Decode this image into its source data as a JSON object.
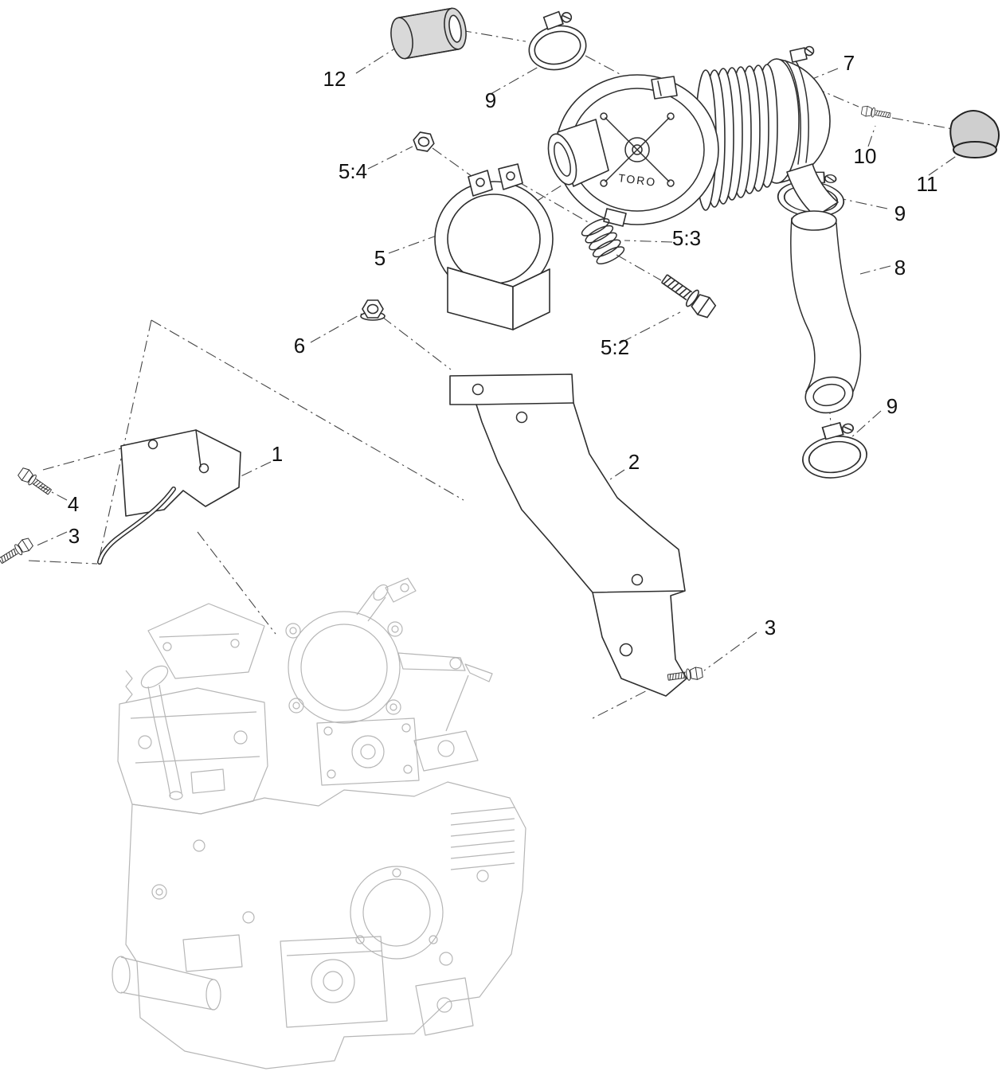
{
  "diagram": {
    "brand_text": "TORO",
    "background": "#ffffff",
    "line_color": "#2e2e2e",
    "engine_line_color": "#b6b6b6",
    "callouts": [
      {
        "label": "12"
      },
      {
        "label": "9"
      },
      {
        "label": "7"
      },
      {
        "label": "10"
      },
      {
        "label": "11"
      },
      {
        "label": "5:4"
      },
      {
        "label": "5"
      },
      {
        "label": "5:3"
      },
      {
        "label": "9"
      },
      {
        "label": "8"
      },
      {
        "label": "5:2"
      },
      {
        "label": "6"
      },
      {
        "label": "9"
      },
      {
        "label": "1"
      },
      {
        "label": "4"
      },
      {
        "label": "3"
      },
      {
        "label": "2"
      },
      {
        "label": "3"
      }
    ]
  }
}
